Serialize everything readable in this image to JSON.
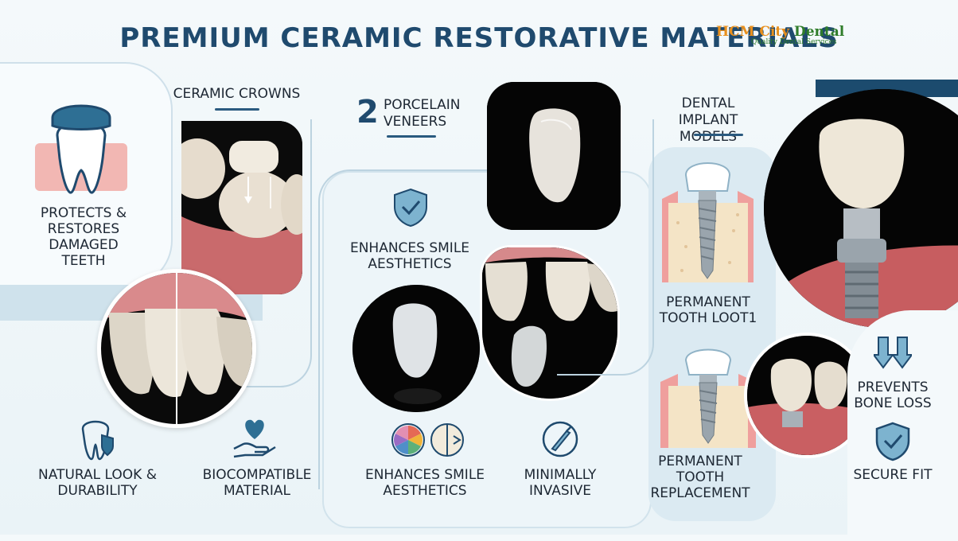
{
  "title": "PREMIUM CERAMIC RESTORATIVE MATERIALS",
  "logo": {
    "brand_prefix": "HCM City",
    "brand_suffix": " Dental",
    "tagline": "Quality Dental Services"
  },
  "sections": {
    "crowns": {
      "heading": "CERAMIC CROWNS",
      "caption_protects": "PROTECTS & RESTORES DAMAGED TEETH",
      "caption_natural": "NATURAL LOOK & DURABILITY",
      "caption_biocompatible": "BIOCOMPATIBLE MATERIAL"
    },
    "veneers": {
      "number": "2",
      "heading": "PORCELAIN VENEERS",
      "caption_enhances_top": "ENHANCES SMILE AESTHETICS",
      "caption_enhances_bottom": "ENHANCES SMILE AESTHETICS",
      "caption_minimally": "MINIMALLY INVASIVE"
    },
    "implants": {
      "heading": "DENTAL IMPLANT MODELS",
      "caption_permanent_1": "PERMANENT TOOTH LOOT1",
      "caption_permanent_2": "PERMANENT TOOTH REPLACEMENT",
      "caption_prevents": "PREVENTS BONE LOSS",
      "caption_secure": "SECURE FIT"
    }
  },
  "colors": {
    "primary": "#1f4a6e",
    "accent_dark": "#24567c",
    "gum": "#f2b7b3",
    "icon_blue": "#2e6f94"
  }
}
